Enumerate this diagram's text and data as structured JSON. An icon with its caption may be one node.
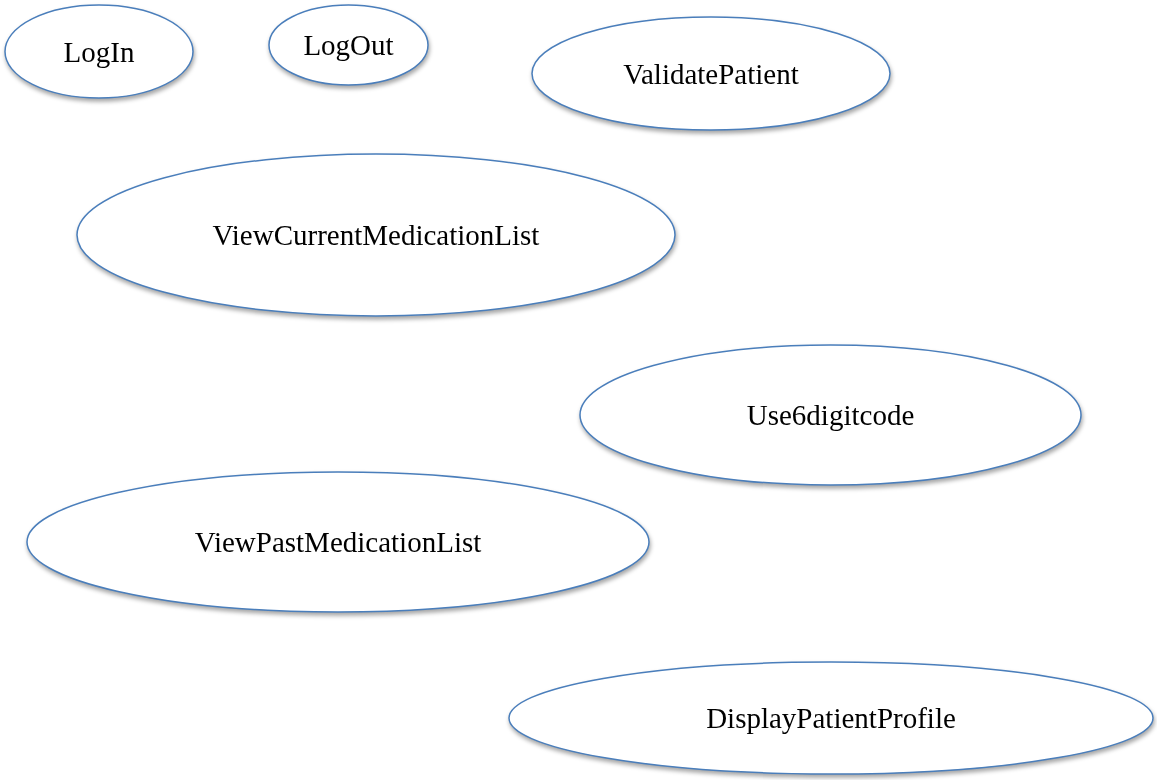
{
  "diagram": {
    "nodes": [
      {
        "text": [
          "LogIn"
        ]
      },
      {
        "text": [
          "LogOut"
        ]
      },
      {
        "text": [
          "ValidatePatient"
        ]
      },
      {
        "text": [
          "ViewCurrentMedicationList"
        ]
      },
      {
        "text": [
          "Use6digitcode"
        ]
      },
      {
        "text": [
          "ViewPastMedicationList"
        ]
      },
      {
        "text": [
          "DisplayPatientProfile"
        ]
      }
    ]
  }
}
